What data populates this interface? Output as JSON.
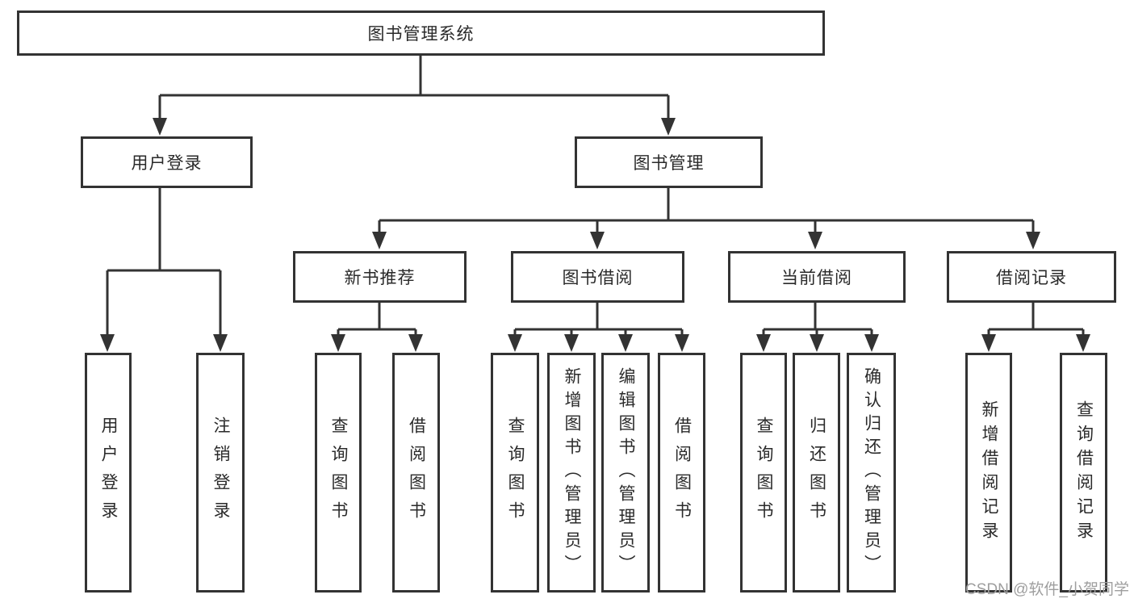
{
  "diagram": {
    "title": "图书管理系统",
    "nodes": {
      "root": "图书管理系统",
      "user_login": "用户登录",
      "book_mgmt": "图书管理",
      "new_book_rec": "新书推荐",
      "book_borrow": "图书借阅",
      "current_borrow": "当前借阅",
      "borrow_records": "借阅记录",
      "leaf_user_login": "用户登录",
      "leaf_logout": "注销登录",
      "rec_query_books": "查询图书",
      "rec_borrow_books": "借阅图书",
      "bb_query_books": "查询图书",
      "bb_add_books_admin": "新增图书（管理员）",
      "bb_edit_books_admin": "编辑图书（管理员）",
      "bb_borrow_books": "借阅图书",
      "cb_query_books": "查询图书",
      "cb_return_books": "归还图书",
      "cb_confirm_return_admin": "确认归还（管理员）",
      "br_add_record": "新增借阅记录",
      "br_query_record": "查询借阅记录"
    }
  },
  "watermark": "CSDN @软件_小贺同学",
  "colors": {
    "line": "#333333",
    "box_border": "#333333",
    "text": "#2a2a2a",
    "watermark": "#9e9e9e",
    "background": "#ffffff"
  }
}
